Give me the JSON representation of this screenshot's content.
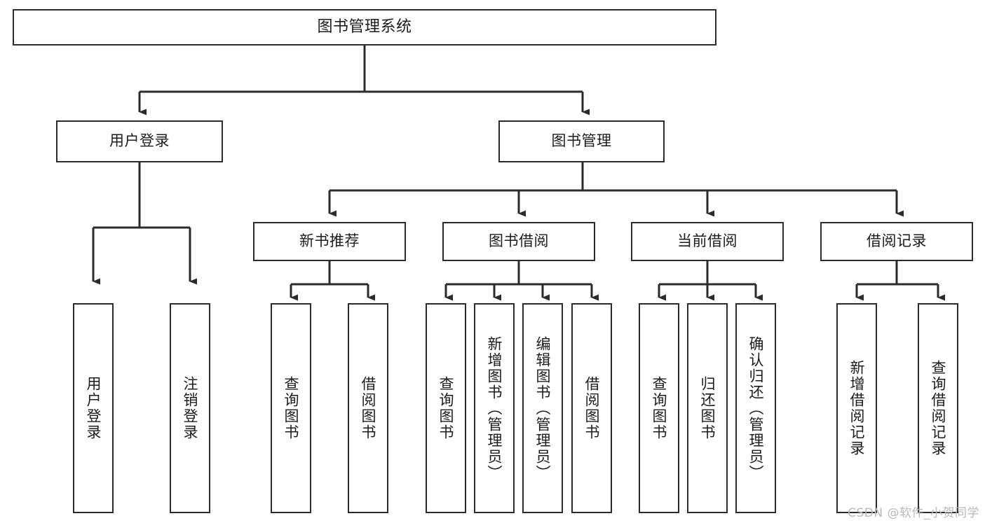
{
  "diagram": {
    "type": "tree",
    "title": "图书管理系统",
    "root": {
      "id": "root",
      "label": "图书管理系统"
    },
    "level2": [
      {
        "id": "user-login",
        "label": "用户登录"
      },
      {
        "id": "book-manage",
        "label": "图书管理"
      }
    ],
    "level3": [
      {
        "id": "new-book-rec",
        "label": "新书推荐",
        "parent": "book-manage"
      },
      {
        "id": "book-borrow",
        "label": "图书借阅",
        "parent": "book-manage"
      },
      {
        "id": "current-borrow",
        "label": "当前借阅",
        "parent": "book-manage"
      },
      {
        "id": "borrow-record",
        "label": "借阅记录",
        "parent": "book-manage"
      }
    ],
    "leaves": [
      {
        "id": "leaf-user-login",
        "label": "用户登录",
        "parent": "user-login"
      },
      {
        "id": "leaf-user-logout",
        "label": "注销登录",
        "parent": "user-login"
      },
      {
        "id": "leaf-query-book-1",
        "label": "查询图书",
        "parent": "new-book-rec"
      },
      {
        "id": "leaf-borrow-book-1",
        "label": "借阅图书",
        "parent": "new-book-rec"
      },
      {
        "id": "leaf-query-book-2",
        "label": "查询图书",
        "parent": "book-borrow"
      },
      {
        "id": "leaf-add-book",
        "label": "新增图书（管理员）",
        "parent": "book-borrow"
      },
      {
        "id": "leaf-edit-book",
        "label": "编辑图书（管理员）",
        "parent": "book-borrow"
      },
      {
        "id": "leaf-borrow-book-2",
        "label": "借阅图书",
        "parent": "book-borrow"
      },
      {
        "id": "leaf-query-book-3",
        "label": "查询图书",
        "parent": "current-borrow"
      },
      {
        "id": "leaf-return-book",
        "label": "归还图书",
        "parent": "current-borrow"
      },
      {
        "id": "leaf-confirm-return",
        "label": "确认归还（管理员）",
        "parent": "current-borrow"
      },
      {
        "id": "leaf-add-record",
        "label": "新增借阅记录",
        "parent": "borrow-record"
      },
      {
        "id": "leaf-query-record",
        "label": "查询借阅记录",
        "parent": "borrow-record"
      }
    ],
    "colors": {
      "stroke": "#2b2b2b",
      "fill": "#ffffff",
      "text": "#1c1c1c",
      "watermark": "#b9b9b9"
    }
  },
  "watermark": {
    "text": "CSDN @软件_小贺同学"
  }
}
